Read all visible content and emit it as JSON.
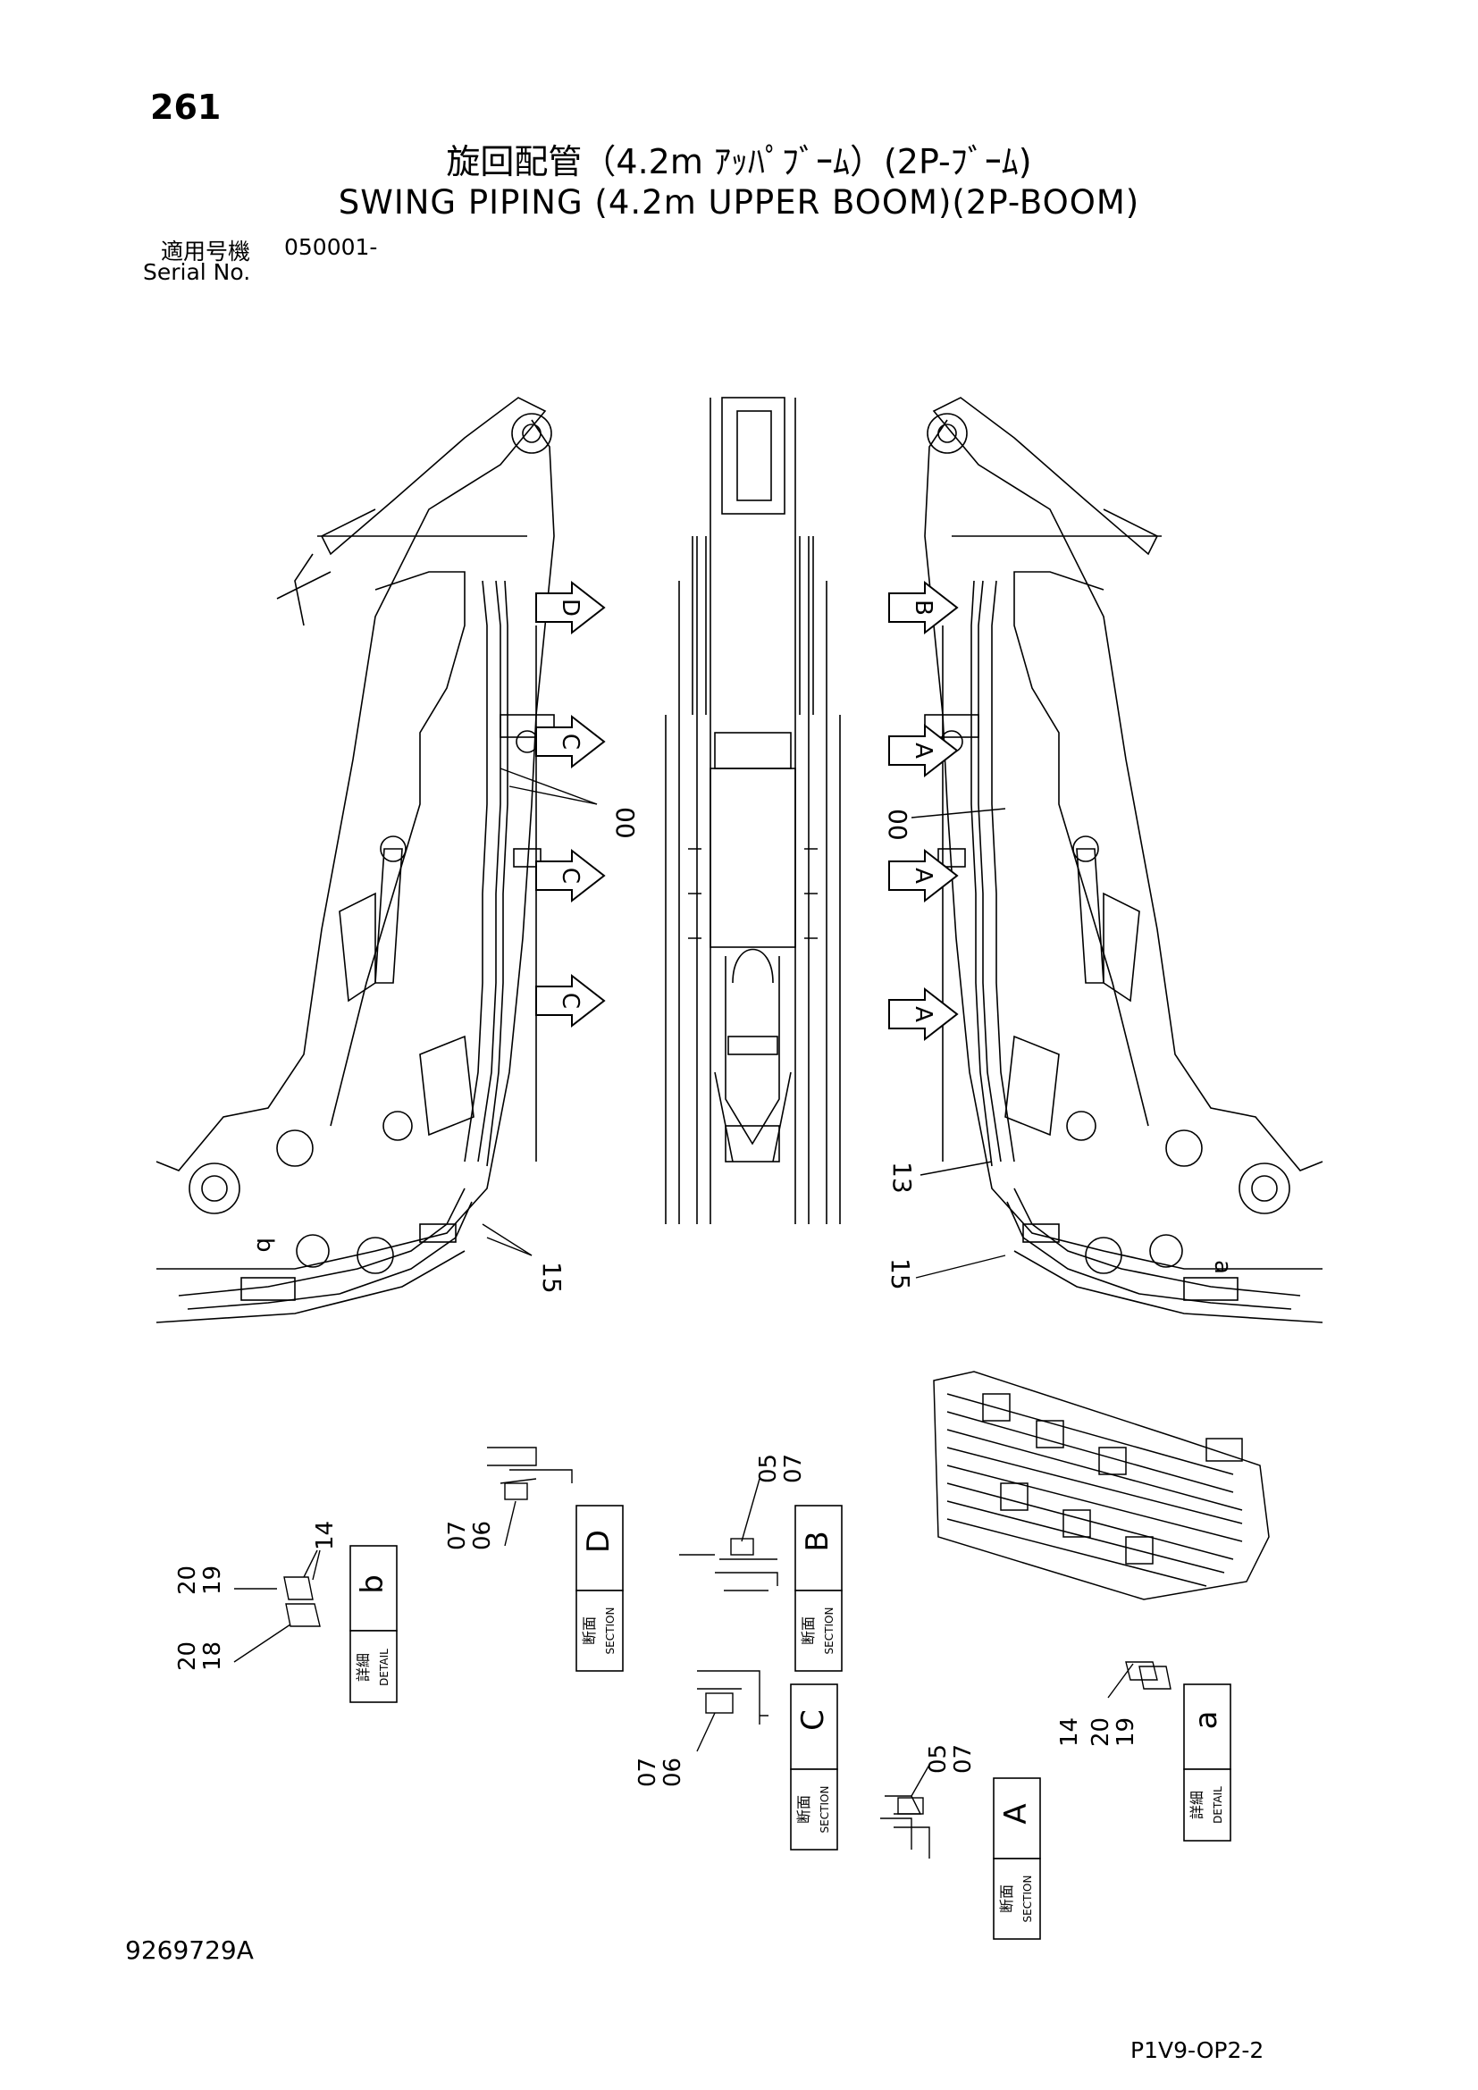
{
  "header": {
    "page_number": "261",
    "title_jp": "旋回配管（4.2m ｱｯﾊﾟﾌﾞｰﾑ）(2P-ﾌﾞｰﾑ)",
    "title_en": "SWING PIPING (4.2m UPPER BOOM)(2P-BOOM)",
    "serial_label_jp": "適用号機",
    "serial_value": "050001-",
    "serial_label_en": "Serial No."
  },
  "callouts": {
    "left_view_section_arrows": [
      "D",
      "C",
      "C",
      "C"
    ],
    "right_view_section_arrows": [
      "B",
      "A",
      "A",
      "A"
    ],
    "left_view_parts": [
      "00",
      "15"
    ],
    "right_view_parts": [
      "00",
      "13",
      "15"
    ],
    "left_detail_letter": "b",
    "right_detail_letter": "a"
  },
  "details": {
    "section_jp": "断面",
    "section_en": "SECTION",
    "detail_jp": "詳細",
    "detail_en": "DETAIL",
    "section_d": {
      "letter": "D",
      "parts": [
        "07",
        "06"
      ]
    },
    "section_b": {
      "letter": "B",
      "parts": [
        "05",
        "07"
      ]
    },
    "section_c": {
      "letter": "C",
      "parts": [
        "07",
        "06"
      ]
    },
    "section_a": {
      "letter": "A",
      "parts": [
        "05",
        "07"
      ]
    },
    "detail_b": {
      "letter": "b",
      "parts": [
        "14",
        "20",
        "19",
        "20",
        "18"
      ]
    },
    "detail_a": {
      "letter": "a",
      "parts": [
        "14",
        "20",
        "19"
      ]
    }
  },
  "footer": {
    "drawing_number": "9269729A",
    "page_code": "P1V9-OP2-2"
  }
}
